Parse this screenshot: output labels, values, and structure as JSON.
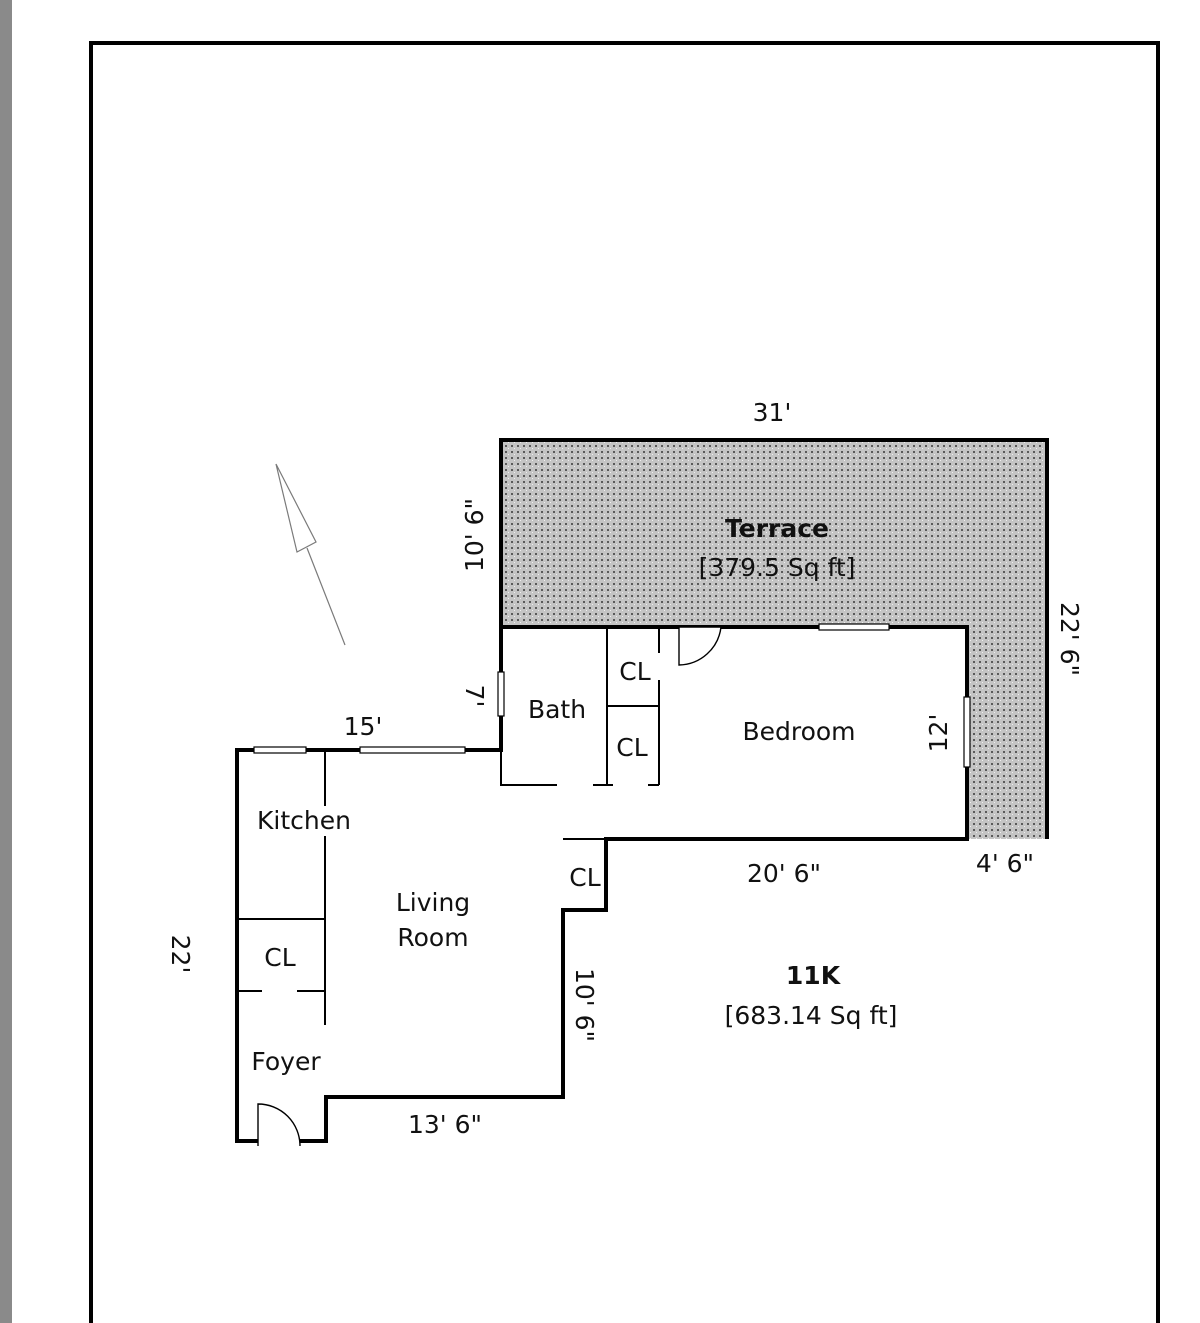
{
  "unit": {
    "name": "11K",
    "area": "[683.14 Sq ft]"
  },
  "terrace": {
    "name": "Terrace",
    "area": "[379.5 Sq ft]"
  },
  "rooms": {
    "bath": "Bath",
    "closet_top": "CL",
    "closet_bottom": "CL",
    "bedroom": "Bedroom",
    "kitchen": "Kitchen",
    "living_line1": "Living",
    "living_line2": "Room",
    "closet_kitchen": "CL",
    "closet_step": "CL",
    "foyer": "Foyer"
  },
  "dimensions": {
    "terrace_width": "31'",
    "terrace_depth": "10' 6\"",
    "terrace_right": "22' 6\"",
    "bath_height": "7'",
    "living_top": "15'",
    "bedroom_height": "12'",
    "bedroom_bottom": "20' 6\"",
    "terrace_strip": "4' 6\"",
    "unit_height": "22'",
    "living_step": "10' 6\"",
    "foyer_bottom": "13' 6\""
  }
}
